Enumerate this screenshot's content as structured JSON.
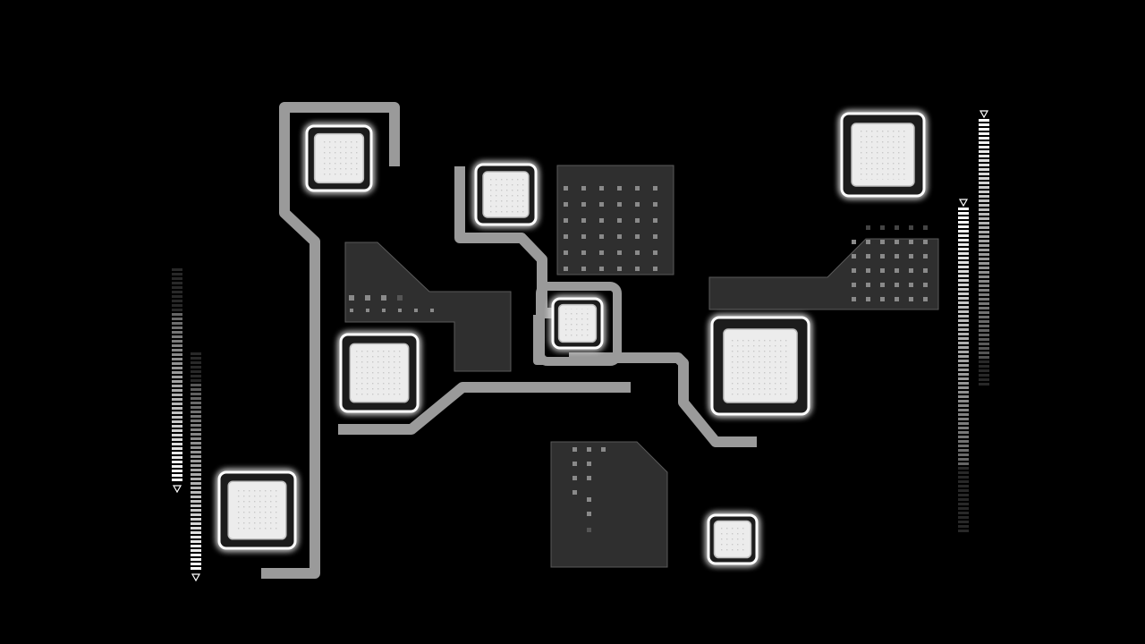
{
  "scene": {
    "background": "#000000",
    "trace_color": "#9a9a9a",
    "panel_color": "#2f2f2f",
    "panel_stroke": "#5a5a5a",
    "chip_glow": "#ffffff",
    "chip_fill": "#e8e8e8",
    "meter_marker": "triangle-icon"
  },
  "meters": {
    "left_outer": {
      "markers": "triangle-down",
      "level": 0.8
    },
    "left_inner": {
      "markers": "triangle-down",
      "level": 0.85
    },
    "right_outer": {
      "markers": "triangle-up",
      "level": 0.9
    },
    "right_inner": {
      "markers": "triangle-up",
      "level": 0.8
    }
  }
}
